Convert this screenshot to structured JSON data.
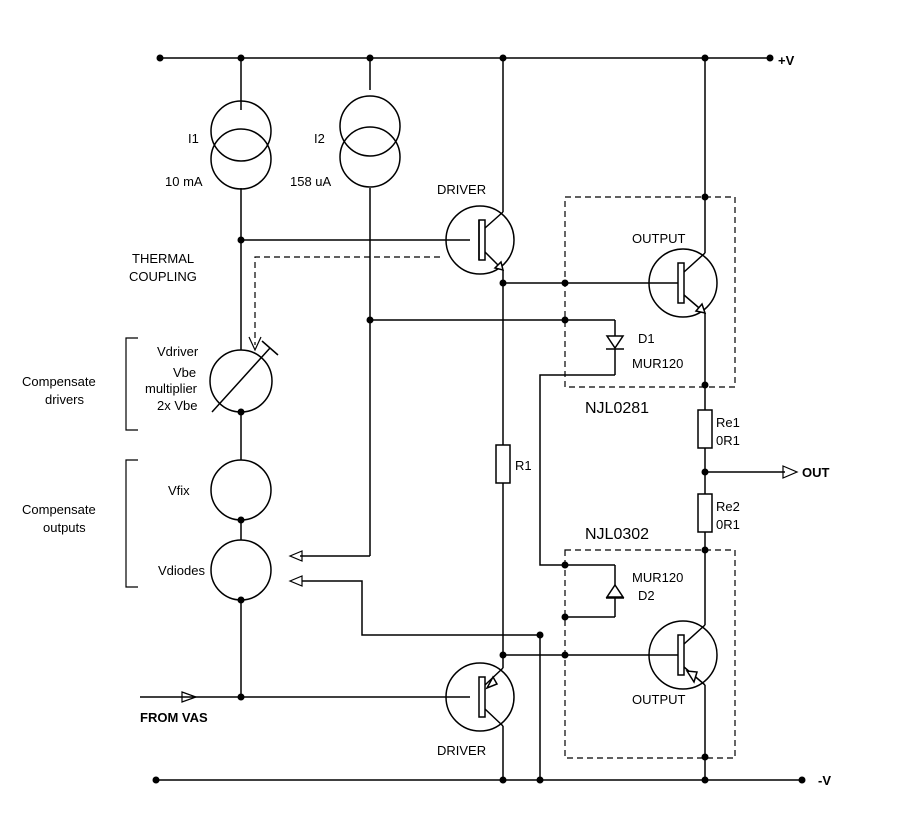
{
  "labels": {
    "vplus": "+V",
    "vminus": "-V",
    "out": "OUT",
    "from_vas": "FROM VAS",
    "i1": "I1",
    "i1_val": "10 mA",
    "i2": "I2",
    "i2_val": "158 uA",
    "thermal1": "THERMAL",
    "thermal2": "COUPLING",
    "driver_top": "DRIVER",
    "driver_bottom": "DRIVER",
    "output_top": "OUTPUT",
    "output_bottom": "OUTPUT",
    "d1": "D1",
    "d1_part": "MUR120",
    "d2": "D2",
    "d2_part": "MUR120",
    "njl_top": "NJL0281",
    "njl_bottom": "NJL0302",
    "re1": "Re1",
    "re1_val": "0R1",
    "re2": "Re2",
    "re2_val": "0R1",
    "r1": "R1",
    "vdriver": "Vdriver",
    "vbe1": "Vbe",
    "vbe2": "multiplier",
    "vbe3": "2x Vbe",
    "vfix": "Vfix",
    "vdiodes": "Vdiodes",
    "comp_drivers1": "Compensate",
    "comp_drivers2": "drivers",
    "comp_outputs1": "Compensate",
    "comp_outputs2": "outputs"
  }
}
